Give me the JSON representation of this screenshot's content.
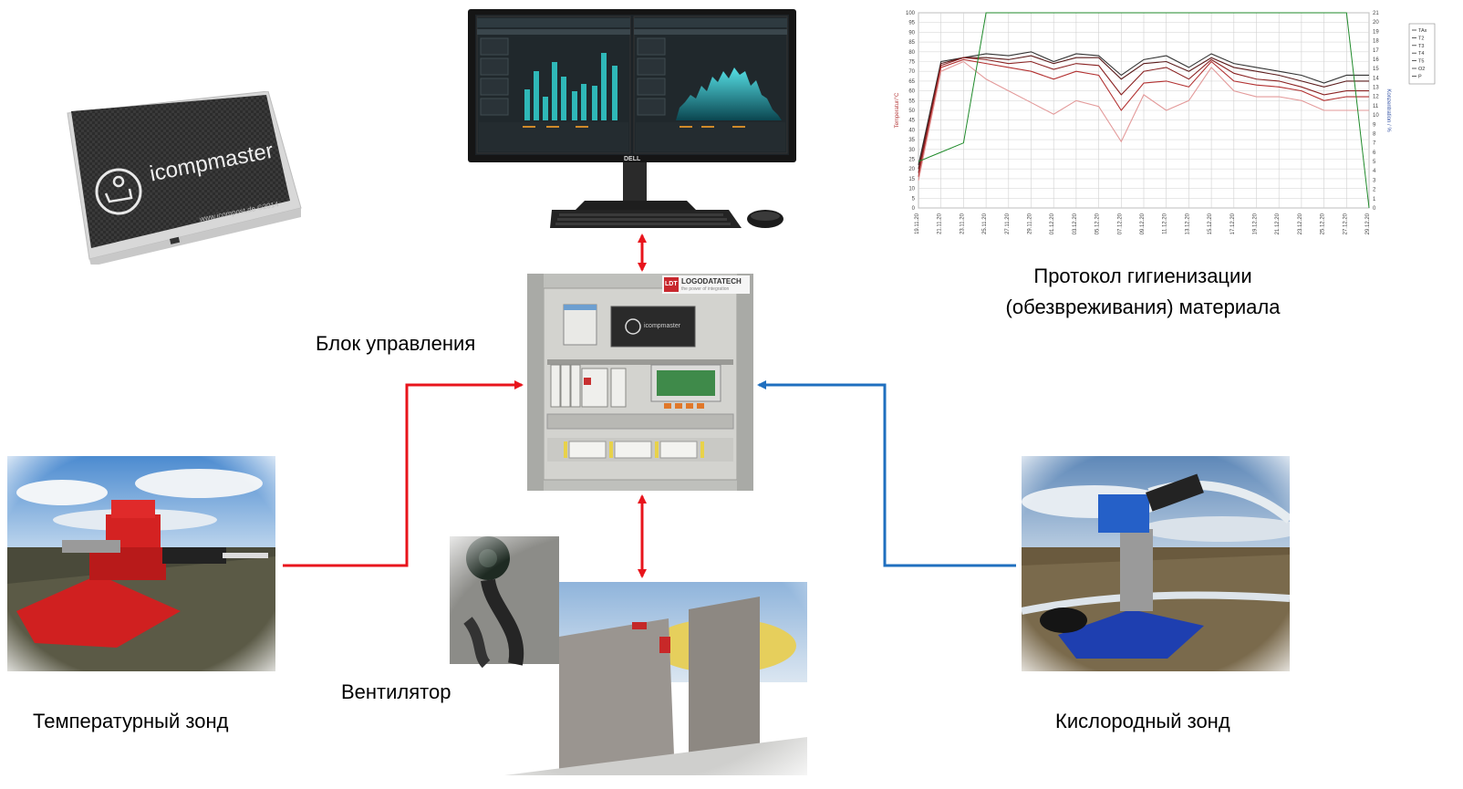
{
  "captions": {
    "control_unit": "Блок управления",
    "protocol_line1": "Протокол  гигиенизации",
    "protocol_line2": "(обезвреживания) материала",
    "fan": "Вентилятор",
    "temp_probe": "Температурный зонд",
    "oxygen_probe": "Кислородный зонд"
  },
  "device": {
    "brand": "icompmaster",
    "footer": "www.icompost.de ©2014"
  },
  "cabinet": {
    "logo_main": "LOGODATATECH",
    "logo_sub": "the power of integration",
    "logo_badge": "LDT",
    "panel_label": "icompmaster"
  },
  "monitor": {
    "brand": "DELL"
  },
  "colors": {
    "red_arrow": "#e8141c",
    "blue_arrow": "#1f6fbf"
  },
  "chart_data": {
    "type": "line",
    "ylabel": "Temperatur/°C",
    "y2label": "Konzentration / %",
    "ylim": [
      0,
      100
    ],
    "y2lim": [
      0,
      21
    ],
    "y_ticks": [
      "100",
      "95",
      "90",
      "85",
      "80",
      "75",
      "70",
      "65",
      "60",
      "55",
      "50",
      "45",
      "40",
      "35",
      "30",
      "25",
      "20",
      "15",
      "10",
      "5",
      "0"
    ],
    "y2_ticks": [
      "21",
      "20",
      "19",
      "18",
      "17",
      "16",
      "15",
      "14",
      "13",
      "12",
      "11",
      "10",
      "9",
      "8",
      "7",
      "6",
      "5",
      "4",
      "3",
      "2",
      "1",
      "0"
    ],
    "categories": [
      "19.11.20",
      "21.11.20",
      "23.11.20",
      "25.11.20",
      "27.11.20",
      "29.11.20",
      "01.12.20",
      "03.12.20",
      "05.12.20",
      "07.12.20",
      "09.12.20",
      "11.12.20",
      "13.12.20",
      "15.12.20",
      "17.12.20",
      "19.12.20",
      "21.12.20",
      "23.12.20",
      "25.12.20",
      "27.12.20",
      "29.12.20"
    ],
    "legend": [
      "TAx",
      "T2",
      "T3",
      "T4",
      "T5",
      "O2",
      "P"
    ],
    "series": [
      {
        "name": "TAx",
        "color": "#333333",
        "values": [
          22,
          75,
          77,
          79,
          78,
          80,
          75,
          79,
          78,
          68,
          76,
          78,
          72,
          79,
          74,
          72,
          70,
          68,
          64,
          68,
          68
        ]
      },
      {
        "name": "T2",
        "color": "#5a1a1a",
        "values": [
          20,
          74,
          77,
          77,
          76,
          78,
          74,
          77,
          77,
          66,
          74,
          75,
          70,
          77,
          72,
          70,
          68,
          65,
          62,
          65,
          65
        ]
      },
      {
        "name": "T3",
        "color": "#8a2222",
        "values": [
          18,
          73,
          77,
          76,
          74,
          75,
          71,
          74,
          73,
          58,
          70,
          72,
          66,
          76,
          69,
          66,
          65,
          62,
          58,
          60,
          60
        ]
      },
      {
        "name": "T4",
        "color": "#b23030",
        "values": [
          16,
          72,
          76,
          74,
          72,
          70,
          66,
          70,
          68,
          50,
          64,
          65,
          62,
          75,
          65,
          63,
          62,
          60,
          55,
          57,
          57
        ]
      },
      {
        "name": "T5",
        "color": "#e39a9a",
        "values": [
          14,
          70,
          75,
          66,
          60,
          54,
          48,
          55,
          52,
          34,
          58,
          50,
          55,
          72,
          60,
          57,
          57,
          55,
          50,
          50,
          50
        ]
      }
    ],
    "o2_series": {
      "name": "O2",
      "color": "#1f8a2a",
      "values": [
        5,
        6,
        7,
        21,
        21,
        21,
        21,
        21,
        21,
        21,
        21,
        21,
        21,
        21,
        21,
        21,
        21,
        21,
        21,
        21,
        0
      ]
    }
  }
}
